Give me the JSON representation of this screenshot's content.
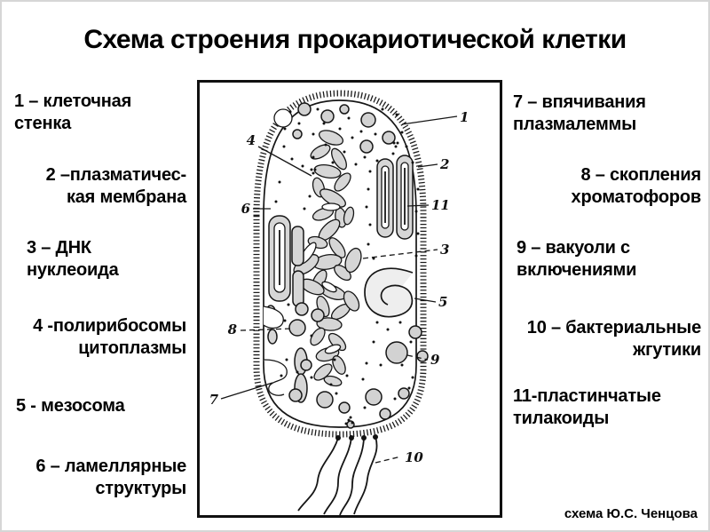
{
  "title": "Схема строения прокариотической клетки",
  "legend_left": [
    {
      "num": "1",
      "line1": "1 – клеточная",
      "line2": "стенка"
    },
    {
      "num": "2",
      "line1": "2 –плазматичес-",
      "line2": "кая мембрана"
    },
    {
      "num": "3",
      "line1": "3 – ДНК",
      "line2": "нуклеоида"
    },
    {
      "num": "4",
      "line1": "4 -полирибосомы",
      "line2": "цитоплазмы"
    },
    {
      "num": "5",
      "line1": "5 - мезосома",
      "line2": ""
    },
    {
      "num": "6",
      "line1": "6 – ламеллярные",
      "line2": "структуры"
    }
  ],
  "legend_right": [
    {
      "num": "7",
      "line1": "7 – впячивания",
      "line2": "плазмалеммы"
    },
    {
      "num": "8",
      "line1": "8 – скопления",
      "line2": "хроматофоров"
    },
    {
      "num": "9",
      "line1": "9 – вакуоли с",
      "line2": "включениями"
    },
    {
      "num": "10",
      "line1": "10 – бактериальные",
      "line2": "жгутики"
    },
    {
      "num": "11",
      "line1": "11-пластинчатые",
      "line2": "тилакоиды"
    }
  ],
  "diagram": {
    "numbers": {
      "n1": "1",
      "n2": "2",
      "n3": "3",
      "n4": "4",
      "n5": "5",
      "n6": "6",
      "n7": "7",
      "n8": "8",
      "n9": "9",
      "n10": "10",
      "n11": "11"
    }
  },
  "credit": "схема Ю.С. Ченцова",
  "colors": {
    "ink": "#000000",
    "shape_fill": "#d6d6d6",
    "background": "#ffffff"
  }
}
